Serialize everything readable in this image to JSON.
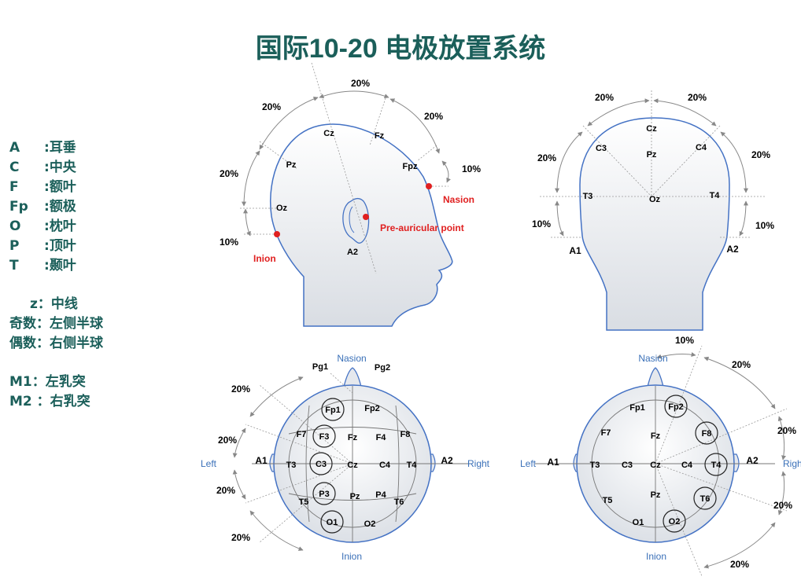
{
  "title": "国际10-20 电极放置系统",
  "legend": {
    "abbrev": [
      {
        "key": "A",
        "sep": ":",
        "text": "耳垂"
      },
      {
        "key": "C",
        "sep": ":",
        "text": "中央"
      },
      {
        "key": "F",
        "sep": ":",
        "text": "额叶"
      },
      {
        "key": "Fp",
        "sep": ":",
        "text": "额极"
      },
      {
        "key": "O",
        "sep": ":",
        "text": "枕叶"
      },
      {
        "key": "P",
        "sep": ":",
        "text": "顶叶"
      },
      {
        "key": "T",
        "sep": ":",
        "text": "颞叶"
      }
    ],
    "notes": [
      {
        "key": "z：",
        "text": "中线"
      },
      {
        "key": "奇数：",
        "text": "左侧半球"
      },
      {
        "key": "偶数：",
        "text": "右侧半球"
      }
    ],
    "mastoid": [
      {
        "key": "M1：",
        "text": "左乳突"
      },
      {
        "key": "M2 ：",
        "text": "右乳突"
      }
    ]
  },
  "side_view": {
    "electrodes": [
      "Cz",
      "Fz",
      "Fpz",
      "Pz",
      "Oz",
      "A2"
    ],
    "percents": [
      "20%",
      "20%",
      "20%",
      "20%",
      "10%",
      "10%"
    ],
    "landmarks": {
      "nasion": "Nasion",
      "preauricular": "Pre-auricular point",
      "inion": "Inion"
    }
  },
  "front_view": {
    "electrodes": [
      "Cz",
      "C3",
      "Pz",
      "C4",
      "T3",
      "Oz",
      "T4",
      "A1",
      "A2"
    ],
    "percents": [
      "20%",
      "20%",
      "20%",
      "20%",
      "10%",
      "10%"
    ]
  },
  "top_left": {
    "nasion": "Nasion",
    "inion": "Inion",
    "left": "Left",
    "right": "Right",
    "pg1": "Pg1",
    "pg2": "Pg2",
    "a1": "A1",
    "a2": "A2",
    "electrodes": [
      "Fp1",
      "Fp2",
      "F7",
      "F3",
      "Fz",
      "F4",
      "F8",
      "T3",
      "C3",
      "Cz",
      "C4",
      "T4",
      "T5",
      "P3",
      "Pz",
      "P4",
      "T6",
      "O1",
      "O2"
    ],
    "circled": [
      "Fp1",
      "F3",
      "C3",
      "P3",
      "O1"
    ],
    "percents": [
      "20%",
      "20%",
      "20%",
      "20%"
    ]
  },
  "top_right": {
    "nasion": "Nasion",
    "inion": "Inion",
    "left": "Left",
    "right": "Righ",
    "a1": "A1",
    "a2": "A2",
    "electrodes": [
      "Fp1",
      "Fp2",
      "F7",
      "Fz",
      "F8",
      "T3",
      "C3",
      "Cz",
      "C4",
      "T4",
      "T5",
      "Pz",
      "T6",
      "O1",
      "O2"
    ],
    "circled": [
      "Fp2",
      "F8",
      "T4",
      "T6",
      "O2"
    ],
    "percents": [
      "10%",
      "20%",
      "20%",
      "20%",
      "20%"
    ]
  },
  "colors": {
    "title": "#1b5f5a",
    "legend": "#1b5f5a",
    "outline": "#4472c4",
    "landmark": "#e02020",
    "label_blue": "#3a70b8",
    "arrow": "#888888"
  }
}
